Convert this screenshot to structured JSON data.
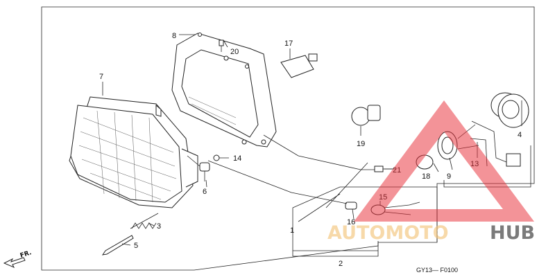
{
  "diagram_code": "GY13— F0100",
  "front_marker": "FR.",
  "watermark": {
    "part_a": "AUTOMOTO",
    "part_b": "HUB",
    "triangle_color": "#e8313a"
  },
  "callouts": {
    "c1": "1",
    "c2": "2",
    "c3": "3",
    "c4": "4",
    "c5": "5",
    "c6": "6",
    "c7": "7",
    "c8": "8",
    "c9": "9",
    "c13": "13",
    "c14": "14",
    "c15": "15",
    "c16": "16",
    "c17": "17",
    "c18": "18",
    "c19": "19",
    "c20": "20",
    "c21": "21"
  }
}
